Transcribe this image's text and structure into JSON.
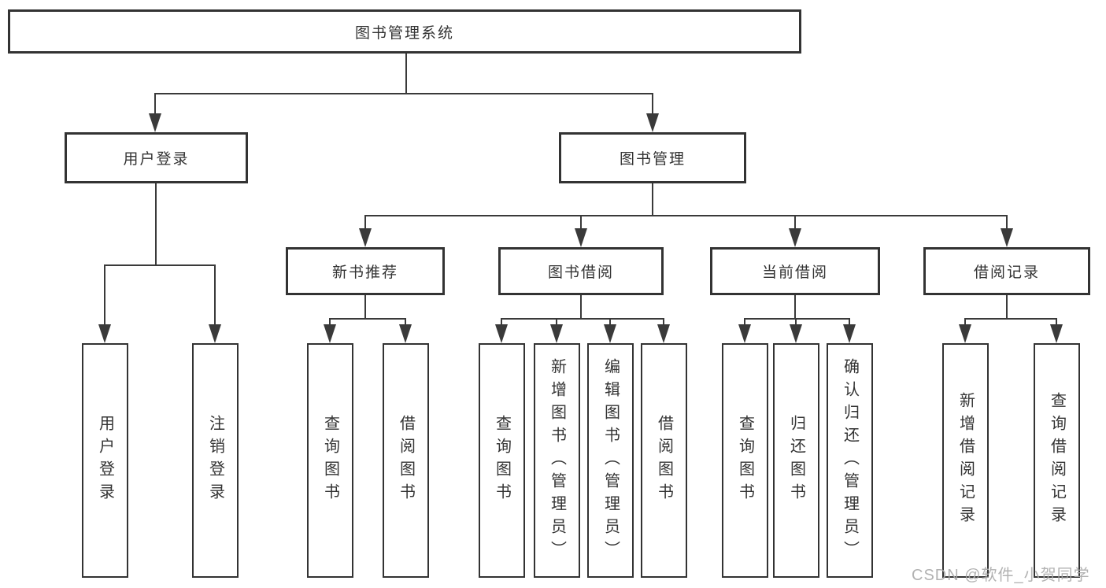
{
  "tree": {
    "root": {
      "label": "图书管理系统"
    },
    "user_login_branch": {
      "label": "用户登录",
      "children": [
        {
          "label": "用户登录"
        },
        {
          "label": "注销登录"
        }
      ]
    },
    "book_management_branch": {
      "label": "图书管理",
      "sections": [
        {
          "label": "新书推荐",
          "children": [
            {
              "label": "查询图书"
            },
            {
              "label": "借阅图书"
            }
          ]
        },
        {
          "label": "图书借阅",
          "children": [
            {
              "label": "查询图书"
            },
            {
              "label": "新增图书（管理员）"
            },
            {
              "label": "编辑图书（管理员）"
            },
            {
              "label": "借阅图书"
            }
          ]
        },
        {
          "label": "当前借阅",
          "children": [
            {
              "label": "查询图书"
            },
            {
              "label": "归还图书"
            },
            {
              "label": "确认归还（管理员）"
            }
          ]
        },
        {
          "label": "借阅记录",
          "children": [
            {
              "label": "新增借阅记录"
            },
            {
              "label": "查询借阅记录"
            }
          ]
        }
      ]
    }
  },
  "watermark": {
    "text": "CSDN @软件_小贺同学"
  },
  "colors": {
    "line": "#3a3a3a",
    "box_border": "#333333",
    "text": "#333333",
    "watermark": "#aaaaaa",
    "background": "#ffffff"
  }
}
